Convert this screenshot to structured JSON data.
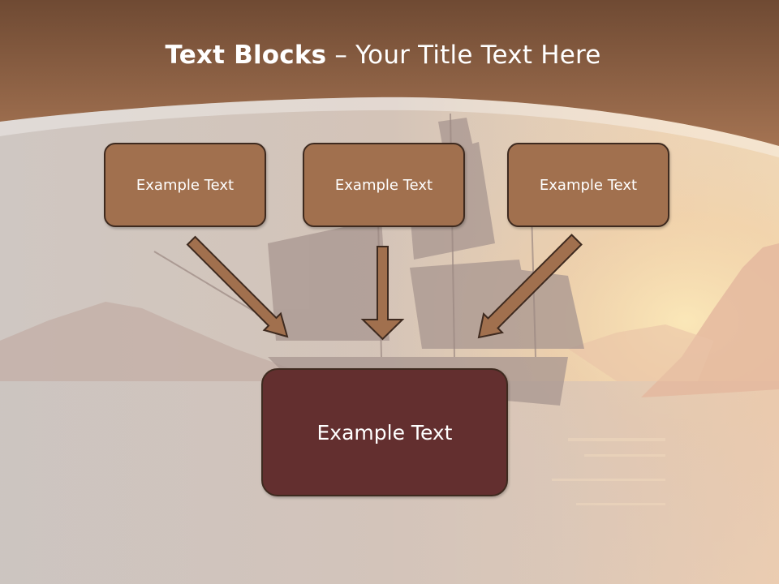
{
  "title": {
    "bold": "Text Blocks",
    "dash": " – ",
    "rest": "Your Title Text Here"
  },
  "boxes": {
    "top_left": "Example Text",
    "top_middle": "Example Text",
    "top_right": "Example Text",
    "bottom": "Example Text"
  },
  "colors": {
    "header": "#8e6244",
    "small_box": "#a1704e",
    "big_box": "#632f2f",
    "arrow": "#a1704e",
    "outline": "#3e2a1f"
  }
}
